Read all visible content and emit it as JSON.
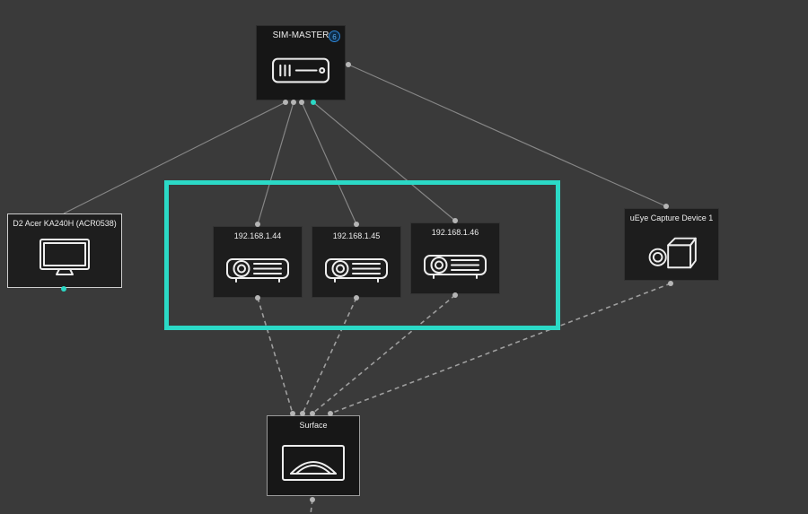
{
  "canvas": {
    "background": "#3a3a3a"
  },
  "colors": {
    "selection_box": "#2bd9c6",
    "port": "#b5b5b5",
    "port_active": "#2bd9c6",
    "edge_solid": "#868686",
    "edge_dashed": "#9e9e9e",
    "node_background": "#1c1c1c",
    "badge_border": "#2e86d6"
  },
  "nodes": {
    "sim_master": {
      "label": "SIM-MASTER",
      "badge": "6",
      "icon": "media-server-icon"
    },
    "display": {
      "label": "D2 Acer KA240H (ACR0538)",
      "icon": "monitor-icon"
    },
    "projectors": [
      {
        "label": "192.168.1.44",
        "icon": "projector-icon"
      },
      {
        "label": "192.168.1.45",
        "icon": "projector-icon"
      },
      {
        "label": "192.168.1.46",
        "icon": "projector-icon"
      }
    ],
    "capture": {
      "label": "uEye Capture Device 1",
      "icon": "camera-icon"
    },
    "surface": {
      "label": "Surface",
      "icon": "surface-icon"
    }
  },
  "edges": {
    "solid": [
      {
        "from": "sim-master",
        "to": "display"
      },
      {
        "from": "sim-master",
        "to": "projector-1"
      },
      {
        "from": "sim-master",
        "to": "projector-2"
      },
      {
        "from": "sim-master",
        "to": "projector-3"
      },
      {
        "from": "sim-master",
        "to": "capture"
      }
    ],
    "dashed": [
      {
        "from": "projector-1",
        "to": "surface"
      },
      {
        "from": "projector-2",
        "to": "surface"
      },
      {
        "from": "projector-3",
        "to": "surface"
      },
      {
        "from": "capture",
        "to": "surface"
      },
      {
        "from": "surface",
        "to": "offscreen-bottom"
      }
    ]
  }
}
